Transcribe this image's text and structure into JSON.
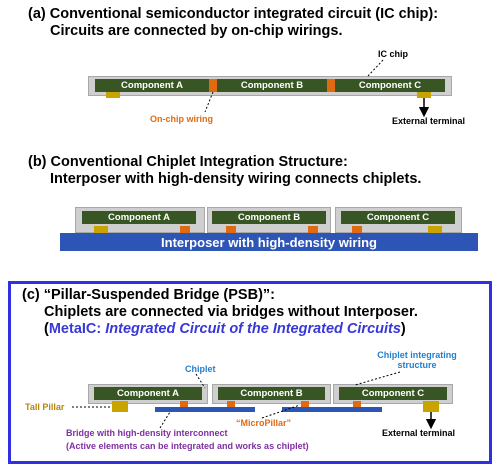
{
  "section_a": {
    "title_line1": "(a) Conventional semiconductor integrated circuit (IC chip):",
    "title_line2": "Circuits are connected by on-chip wirings.",
    "components": [
      "Component A",
      "Component B",
      "Component C"
    ],
    "label_ic_chip": "IC chip",
    "label_on_chip_wiring": "On-chip wiring",
    "label_external_terminal": "External terminal"
  },
  "section_b": {
    "title_line1": "(b) Conventional Chiplet Integration Structure:",
    "title_line2": "Interposer with high-density wiring connects chiplets.",
    "components": [
      "Component A",
      "Component B",
      "Component C"
    ],
    "interposer_label": "Interposer with high-density wiring"
  },
  "section_c": {
    "title_line1": "(c) “Pillar-Suspended Bridge (PSB)”:",
    "title_line2": "Chiplets are connected via bridges without Interposer.",
    "title_line3_prefix": "(",
    "title_line3_metaic": "MetaIC:",
    "title_line3_italic": "Integrated Circuit of the Integrated Circuits",
    "title_line3_suffix": ")",
    "components": [
      "Component A",
      "Component B",
      "Component C"
    ],
    "label_chiplet": "Chiplet",
    "label_chiplet_integrating_line1": "Chiplet integrating",
    "label_chiplet_integrating_line2": "structure",
    "label_tall_pillar": "Tall Pillar",
    "label_micropillar": "“MicroPillar”",
    "label_external_terminal": "External terminal",
    "label_bridge_line1": "Bridge with high-density interconnect",
    "label_bridge_line2": "(Active elements can be integrated and works as chiplet)"
  },
  "colors": {
    "component": "#375623",
    "wiring": "#e06a12",
    "terminal": "#c9a300",
    "interposer": "#2d55b5",
    "frame": "#3030e0",
    "chip": "#cfcfcf"
  }
}
